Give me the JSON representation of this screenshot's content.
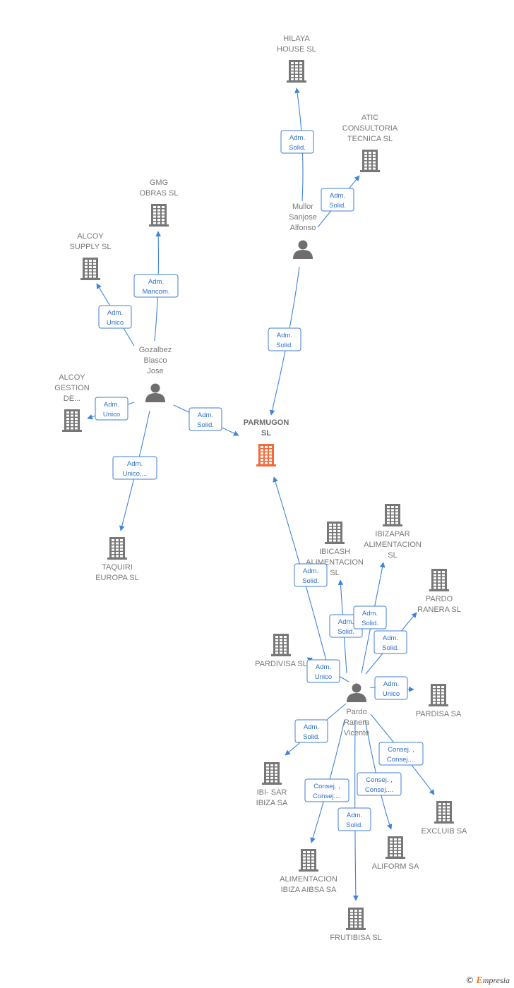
{
  "colors": {
    "edge": "#3f84d8",
    "node": "#777777",
    "center": "#f26a3a",
    "person": "#6e6e6e"
  },
  "footer": {
    "copyright": "©",
    "brand_initial": "E",
    "brand_rest": "mpresia"
  },
  "nodes": [
    {
      "id": "parmugon",
      "type": "company",
      "center": true,
      "label": [
        "PARMUGON",
        "SL"
      ]
    },
    {
      "id": "hilaya",
      "type": "company",
      "label": [
        "HILAYA",
        "HOUSE  SL"
      ]
    },
    {
      "id": "atic",
      "type": "company",
      "label": [
        "ATIC",
        "CONSULTORIA",
        "TECNICA  SL"
      ]
    },
    {
      "id": "mullor",
      "type": "person",
      "label": [
        "Mullor",
        "Sanjose",
        "Alfonso"
      ]
    },
    {
      "id": "gmg",
      "type": "company",
      "label": [
        "GMG",
        "OBRAS  SL"
      ]
    },
    {
      "id": "alcoy-supply",
      "type": "company",
      "label": [
        "ALCOY",
        "SUPPLY  SL"
      ]
    },
    {
      "id": "gozalbez",
      "type": "person",
      "label": [
        "Gozalbez",
        "Blasco",
        "Jose"
      ]
    },
    {
      "id": "alcoy-gestion",
      "type": "company",
      "label": [
        "ALCOY",
        "GESTION",
        "DE..."
      ]
    },
    {
      "id": "taquiri",
      "type": "company",
      "label": [
        "TAQUIRI",
        "EUROPA SL"
      ]
    },
    {
      "id": "ibicash",
      "type": "company",
      "label": [
        "IBICASH",
        "ALIMENTACION",
        "SL"
      ]
    },
    {
      "id": "ibizapar",
      "type": "company",
      "label": [
        "IBIZAPAR",
        "ALIMENTACION",
        "SL"
      ]
    },
    {
      "id": "pardo-ranera-sl",
      "type": "company",
      "label": [
        "PARDO",
        "RANERA SL"
      ]
    },
    {
      "id": "pardivisa",
      "type": "company",
      "label": [
        "PARDIVISA SL"
      ]
    },
    {
      "id": "pardo",
      "type": "person",
      "label": [
        "Pardo",
        "Ranera",
        "Vicente"
      ]
    },
    {
      "id": "pardisa",
      "type": "company",
      "label": [
        "PARDISA SA"
      ]
    },
    {
      "id": "ibisar",
      "type": "company",
      "label": [
        "IBI- SAR",
        "IBIZA SA"
      ]
    },
    {
      "id": "excluib",
      "type": "company",
      "label": [
        "EXCLUIB SA"
      ]
    },
    {
      "id": "aliform",
      "type": "company",
      "label": [
        "ALIFORM SA"
      ]
    },
    {
      "id": "aibsa",
      "type": "company",
      "label": [
        "ALIMENTACION",
        "IBIZA AIBSA SA"
      ]
    },
    {
      "id": "frutibisa",
      "type": "company",
      "label": [
        "FRUTIBISA SL"
      ]
    }
  ],
  "edges": [
    {
      "from": "mullor",
      "to": "hilaya",
      "label": [
        "Adm.",
        "Solid."
      ]
    },
    {
      "from": "mullor",
      "to": "atic",
      "label": [
        "Adm.",
        "Solid."
      ]
    },
    {
      "from": "mullor",
      "to": "parmugon",
      "label": [
        "Adm.",
        "Solid."
      ]
    },
    {
      "from": "gozalbez",
      "to": "gmg",
      "label": [
        "Adm.",
        "Mancom."
      ]
    },
    {
      "from": "gozalbez",
      "to": "alcoy-supply",
      "label": [
        "Adm.",
        "Unico"
      ]
    },
    {
      "from": "gozalbez",
      "to": "alcoy-gestion",
      "label": [
        "Adm.",
        "Unico"
      ]
    },
    {
      "from": "gozalbez",
      "to": "parmugon",
      "label": [
        "Adm.",
        "Solid."
      ]
    },
    {
      "from": "gozalbez",
      "to": "taquiri",
      "label": [
        "Adm.",
        "Unico,..."
      ]
    },
    {
      "from": "pardo",
      "to": "parmugon",
      "label": [
        "Adm.",
        "Solid."
      ]
    },
    {
      "from": "pardo",
      "to": "ibicash",
      "label": [
        "Adm.",
        "Solid."
      ]
    },
    {
      "from": "pardo",
      "to": "ibizapar",
      "label": [
        "Adm.",
        "Solid."
      ]
    },
    {
      "from": "pardo",
      "to": "pardo-ranera-sl",
      "label": [
        "Adm.",
        "Solid."
      ]
    },
    {
      "from": "pardo",
      "to": "pardivisa",
      "label": [
        "Adm.",
        "Unico"
      ]
    },
    {
      "from": "pardo",
      "to": "pardisa",
      "label": [
        "Adm.",
        "Unico"
      ]
    },
    {
      "from": "pardo",
      "to": "ibisar",
      "label": [
        "Adm.",
        "Solid."
      ]
    },
    {
      "from": "pardo",
      "to": "excluib",
      "label": [
        "Consej. ,",
        "Consej...."
      ]
    },
    {
      "from": "pardo",
      "to": "aliform",
      "label": [
        "Consej. ,",
        "Consej...."
      ]
    },
    {
      "from": "pardo",
      "to": "aibsa",
      "label": [
        "Consej. ,",
        "Consej...."
      ]
    },
    {
      "from": "pardo",
      "to": "frutibisa",
      "label": [
        "Adm.",
        "Solid."
      ]
    }
  ]
}
